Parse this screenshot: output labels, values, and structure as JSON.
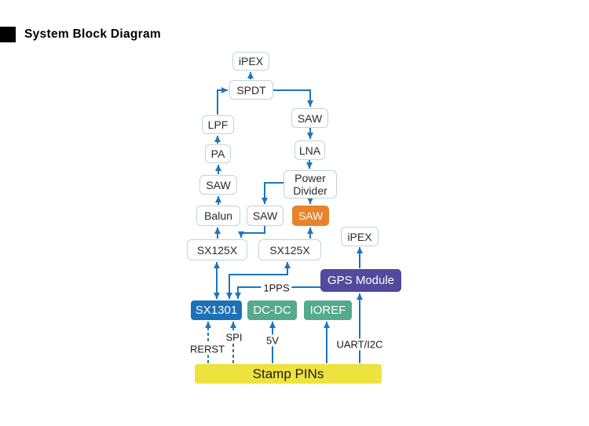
{
  "header": {
    "title": "System Block Diagram"
  },
  "diagram": {
    "nodes": {
      "ipex_top": "iPEX",
      "spdt": "SPDT",
      "lpf": "LPF",
      "pa": "PA",
      "saw_tx": "SAW",
      "balun": "Balun",
      "saw_rx_top": "SAW",
      "lna": "LNA",
      "power_divider_l1": "Power",
      "power_divider_l2": "Divider",
      "saw_rx_mid": "SAW",
      "saw_rx_orange": "SAW",
      "sx125x_left": "SX125X",
      "sx125x_right": "SX125X",
      "ipex_gps": "iPEX",
      "gps_module": "GPS Module",
      "sx1301": "SX1301",
      "dcdc": "DC-DC",
      "ioref": "IOREF",
      "stamp_pins": "Stamp PINs"
    },
    "signal_labels": {
      "pps": "1PPS",
      "rerst": "RERST",
      "spi": "SPI",
      "v5": "5V",
      "uart_i2c": "UART/I2C"
    },
    "colors": {
      "wire_blue": "#1B75BC",
      "box_border": "#C3D2DB",
      "saw_orange": "#E8822B",
      "sx1301_blue": "#1C70B7",
      "regulator_green": "#55AA8D",
      "gps_purple": "#524A9C",
      "stamp_yellow": "#EDE23E"
    }
  }
}
